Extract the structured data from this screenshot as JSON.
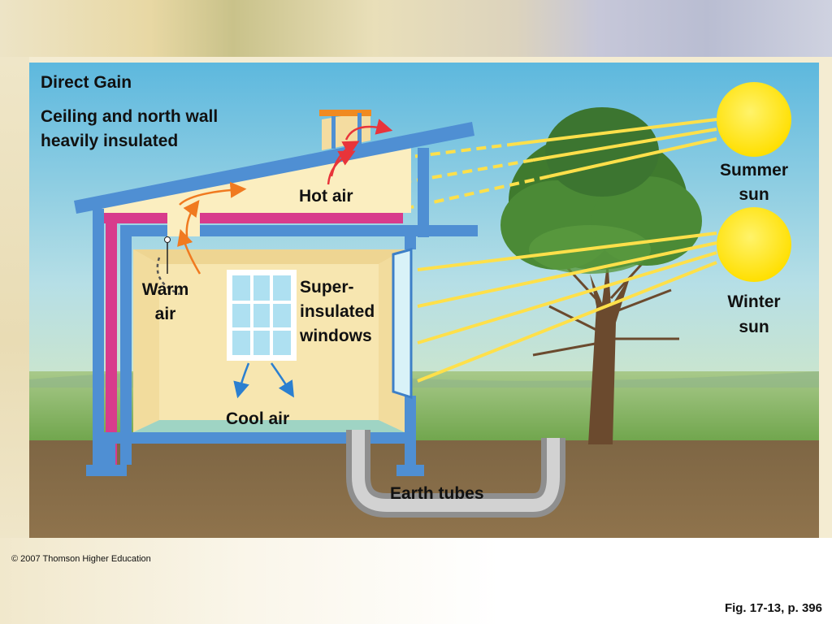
{
  "labels": {
    "title": "Direct Gain",
    "subtitle_line1": "Ceiling and north wall",
    "subtitle_line2": "heavily insulated",
    "hot_air": "Hot air",
    "warm_air_1": "Warm",
    "warm_air_2": "air",
    "windows_1": "Super-",
    "windows_2": "insulated",
    "windows_3": "windows",
    "cool_air": "Cool air",
    "earth_tubes": "Earth tubes",
    "summer_sun_1": "Summer",
    "summer_sun_2": "sun",
    "winter_sun_1": "Winter",
    "winter_sun_2": "sun"
  },
  "footer": {
    "credit": "© 2007 Thomson Higher Education",
    "figure_ref": "Fig. 17-13, p. 396"
  },
  "colors": {
    "sky": "#8fcbe0",
    "ground": "#8a6e48",
    "wall": "#4f8fd3",
    "insulation": "#d83b8c",
    "interior": "#fbeeb8",
    "sun": "#ffe81a",
    "sun_ray": "#ffe04a",
    "hot_arrow": "#e8343a",
    "warm_arrow": "#f07a20",
    "cool_arrow": "#2b7fd0",
    "earth_tube": "#9a9a9a"
  },
  "icons": [
    "summer-sun-icon",
    "winter-sun-icon",
    "tree-icon",
    "window-icon"
  ]
}
